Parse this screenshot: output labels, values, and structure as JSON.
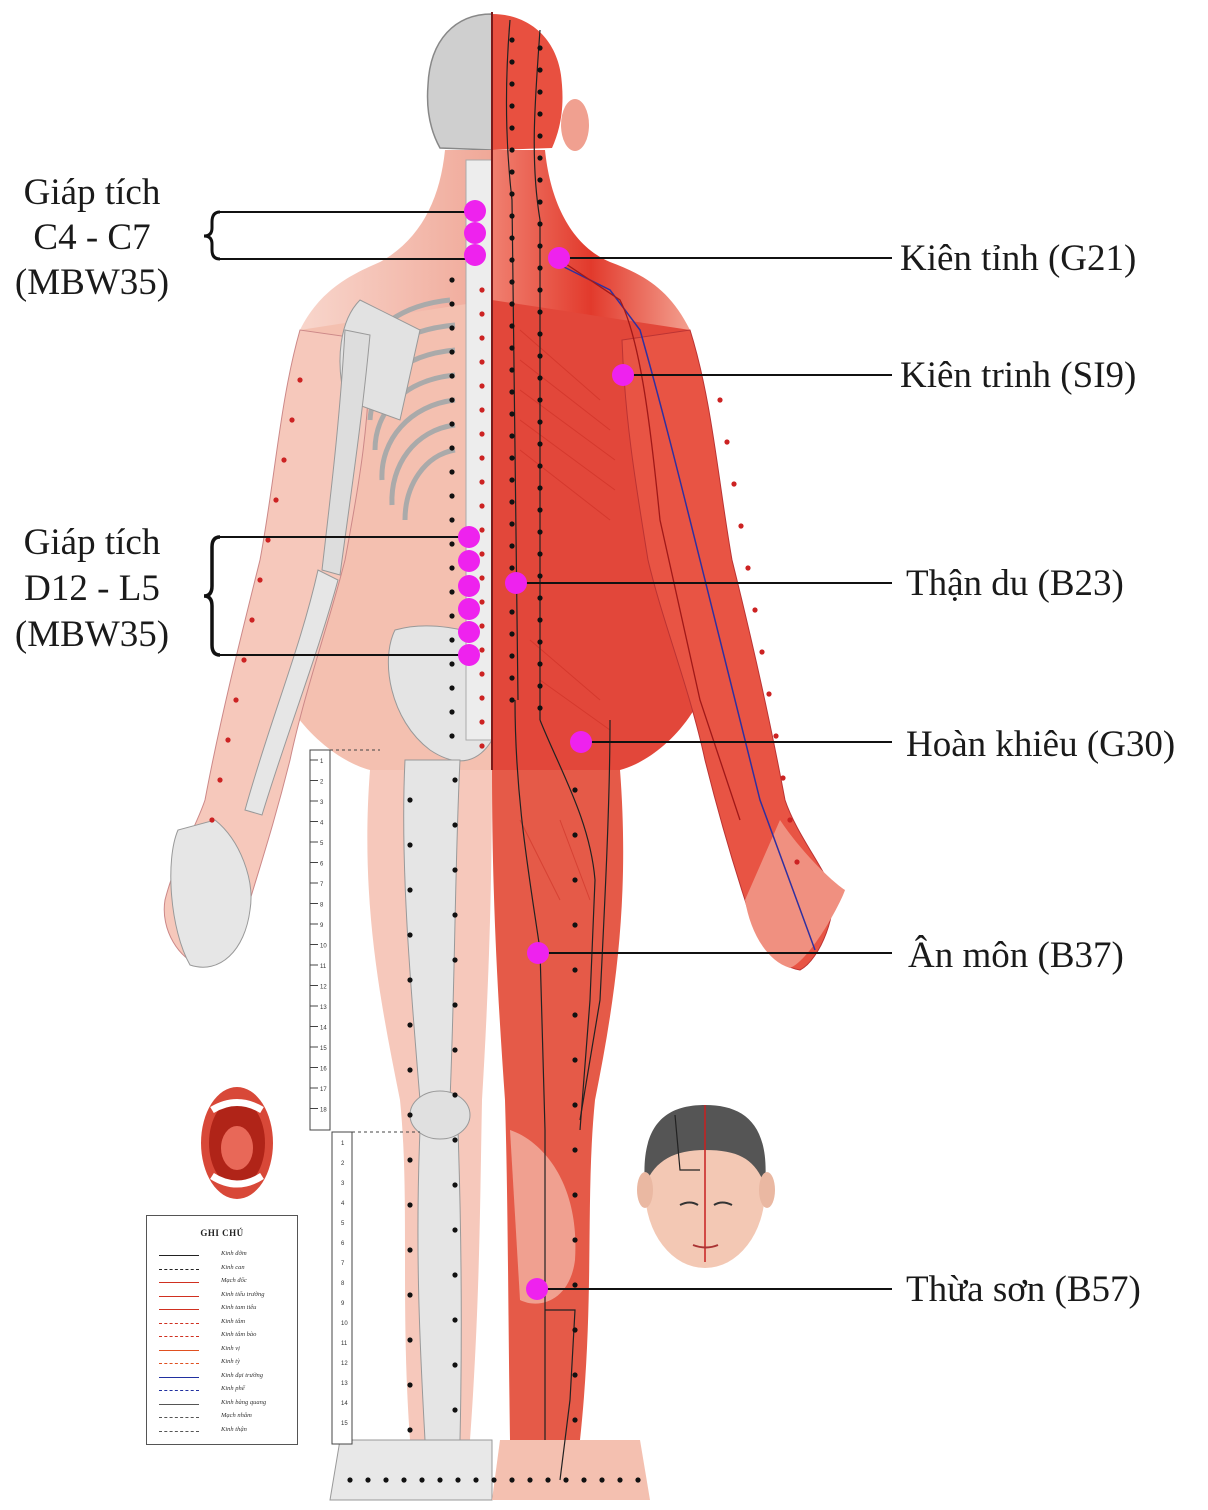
{
  "labels_left": [
    {
      "id": "c4c7",
      "lines": [
        "Giáp tích",
        "C4 - C7",
        "(MBW35)"
      ]
    },
    {
      "id": "d12l5",
      "lines": [
        "Giáp tích",
        "D12 - L5",
        "(MBW35)"
      ]
    }
  ],
  "labels_right": [
    {
      "id": "g21",
      "text": "Kiên tỉnh (G21)"
    },
    {
      "id": "si9",
      "text": "Kiên trinh (SI9)"
    },
    {
      "id": "b23",
      "text": "Thận du (B23)"
    },
    {
      "id": "g30",
      "text": "Hoàn khiêu (G30)"
    },
    {
      "id": "b37",
      "text": "Ân môn (B37)"
    },
    {
      "id": "b57",
      "text": "Thừa sơn (B57)"
    }
  ],
  "legend": {
    "title": "GHI CHÚ",
    "items": [
      {
        "text": "Kinh đởm",
        "style": "solid",
        "color": "#222222"
      },
      {
        "text": "Kinh can",
        "style": "dashed",
        "color": "#222222"
      },
      {
        "text": "Mạch đốc",
        "style": "solid",
        "color": "#d03020"
      },
      {
        "text": "Kinh tiểu trường",
        "style": "solid",
        "color": "#d03020"
      },
      {
        "text": "Kinh tam tiêu",
        "style": "solid",
        "color": "#d03020"
      },
      {
        "text": "Kinh tâm",
        "style": "dashed",
        "color": "#d03020"
      },
      {
        "text": "Kinh tâm bào",
        "style": "dashed",
        "color": "#d03020"
      },
      {
        "text": "Kinh vị",
        "style": "solid",
        "color": "#e05020"
      },
      {
        "text": "Kinh tỳ",
        "style": "dashed",
        "color": "#e05020"
      },
      {
        "text": "Kinh đại trường",
        "style": "solid",
        "color": "#2030a0"
      },
      {
        "text": "Kinh phế",
        "style": "dashed",
        "color": "#2030a0"
      },
      {
        "text": "Kinh bàng quang",
        "style": "solid",
        "color": "#555555"
      },
      {
        "text": "Mạch nhâm",
        "style": "dashed",
        "color": "#555555"
      },
      {
        "text": "Kinh thận",
        "style": "dashed",
        "color": "#555555"
      }
    ]
  },
  "colors": {
    "acupoint": "#ee22ee",
    "muscle": "#e0322a",
    "skin": "#f2b8a8",
    "bone": "#dcdcdc",
    "line": "#1a1a1a"
  },
  "ruler_ticks": [
    "1",
    "2",
    "3",
    "4",
    "5",
    "6",
    "7",
    "8",
    "9",
    "10",
    "11",
    "12",
    "13",
    "14",
    "15",
    "16",
    "17",
    "18"
  ]
}
